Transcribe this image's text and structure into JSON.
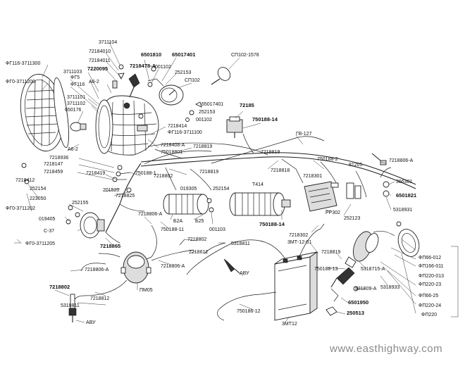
{
  "labels": {
    "l3711104": "3711104",
    "l72184010": "72184010",
    "l72184011": "72184011",
    "l7220095": "7220095",
    "l3711103": "3711103",
    "l3711102": "3711102",
    "l3711101": "3711101",
    "l650176": "650176",
    "lFG116_3711300": "ФГ116-3711300",
    "lFG0_3711200": "ФГ0-3711200",
    "lFG5": "ФГ5",
    "lFG116": "ФГ116",
    "lA62top": "А6-2",
    "l6501810": "6501810",
    "l7218478A": "7218478-А",
    "l001102a": "001102",
    "l65017401a": "65017401",
    "l252153": "252153",
    "lSP102": "СП102",
    "lSP102_1578": "СП102-1578",
    "l65017401b": "65017401",
    "l252153b": "252153",
    "l001102b": "001102",
    "l72185": "72185",
    "l7218414": "7218414",
    "lFG116_3711100": "ФГ116-3711100",
    "l7218408A": "7218408-А",
    "l75018801": "75018801",
    "l7218819a": "7218819",
    "l750188_14": "750188-14",
    "lGV127": "ГВ-127",
    "l7218819b": "7218819",
    "lA62left": "А6-2",
    "l7218936": "7218936",
    "l7218147": "7218147",
    "l7218459": "7218459",
    "l7218419": "7218419",
    "l7218412": "7218412",
    "l252154a": "252154",
    "l750188_1": "750188-1",
    "l7218818": "7218818",
    "l750188_2": "750188-2",
    "l7218806A_r": "7218806-А",
    "l201520": "201520",
    "l7218825": "7218825",
    "l7218802a": "7218802",
    "l019305": "019305",
    "l252154b": "252154",
    "lT414": "Т414",
    "l7218301": "7218301",
    "l81205": "81205",
    "l366301": "366301",
    "l6501821": "6501821",
    "l223050": "223050",
    "lFG0_3711202": "ФГ0-3711202",
    "l252155": "252155",
    "l019405": "019405",
    "l7218806A_m": "7218806-А",
    "lB2A": "Б2А",
    "lB25": "Б25",
    "l001103": "001103",
    "l750188_14b": "750188-14",
    "lRR302": "РР302",
    "l252123": "252123",
    "l5318931": "5318931",
    "lS37": "С-37",
    "l7218865": "7218865",
    "l750188_11": "750188-11",
    "l7218802b": "7218802",
    "l5318811a": "5318811",
    "l7218302": "7218302",
    "l3MT12_01": "3МТ-12-01",
    "lFG0_3711205": "ФГ0-3711205",
    "l7218806A_l": "7218806-А",
    "l7218612": "7218612",
    "l7218806A_b": "7218806-А",
    "lAVU_mid": "АВУ",
    "l7218819c": "7218819",
    "l750188_13": "750188-13",
    "l5318715A": "5318715-А",
    "lFP166_012": "ФП66-012",
    "lFP166_011": "ФП166-011",
    "lFP220_013": "ФП220-013",
    "lFP220_23": "ФП220-23",
    "lPM05": "ПМ05",
    "l7218802c": "7218802",
    "l7218812": "7218812",
    "l5318811b": "5318811",
    "lAVU_left": "АВУ",
    "l750186_12": "750186-12",
    "l3MT12": "3МТ12",
    "l531809A": "531809-А",
    "l5318933": "5318933",
    "l6501950": "6501950",
    "l250513": "250513",
    "lFP166_25": "ФП66-25",
    "lFP220_24": "ФП220-24",
    "lFP220": "ФП220"
  },
  "watermark": "www.easthighway.com"
}
